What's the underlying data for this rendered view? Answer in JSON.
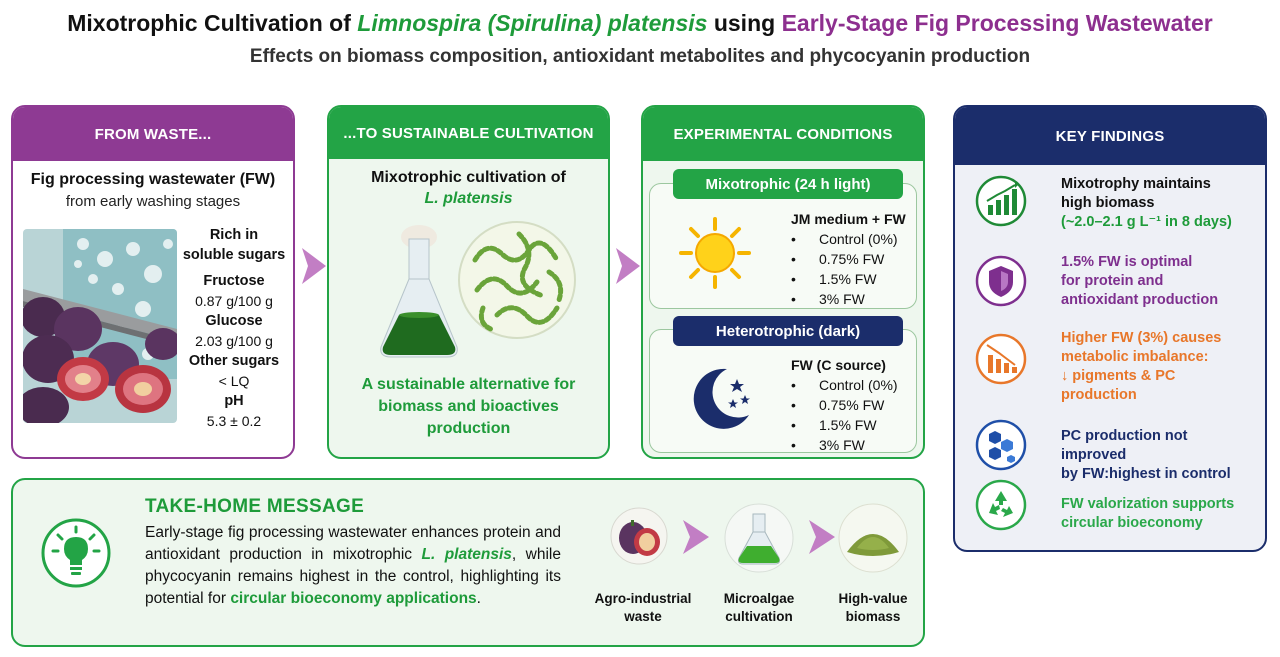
{
  "title": {
    "part1": "Mixotrophic Cultivation of ",
    "part2": "Limnospira (Spirulina) platensis",
    "part3": " using ",
    "part4": "Early-Stage Fig Processing Wastewater"
  },
  "subtitle": "Effects on biomass composition, antioxidant metabolites and phycocyanin production",
  "waste_card": {
    "header": "FROM WASTE...",
    "fw_title": "Fig processing wastewater (FW)",
    "fw_sub": "from early washing stages",
    "rich": "Rich in",
    "rich2": "soluble sugars",
    "fructose_label": "Fructose",
    "fructose_value": "0.87 g/100 g",
    "glucose_label": "Glucose",
    "glucose_value": "2.03 g/100 g",
    "other_label": "Other sugars",
    "other_value": "< LQ",
    "ph_label": "pH",
    "ph_value": "5.3 ± 0.2"
  },
  "cultivation_card": {
    "header": "...TO SUSTAINABLE CULTIVATION",
    "line1": "Mixotrophic cultivation of",
    "line2": "L. platensis",
    "bottom1": "A sustainable alternative for",
    "bottom2": "biomass and bioactives",
    "bottom3": "production"
  },
  "conditions_card": {
    "header": "EXPERIMENTAL CONDITIONS",
    "mixo": {
      "label": "Mixotrophic (24 h light)",
      "heading": "JM medium + FW",
      "items": [
        "Control (0%)",
        "0.75% FW",
        "1.5% FW",
        "3% FW"
      ]
    },
    "hetero": {
      "label": "Heterotrophic (dark)",
      "heading": "FW (C source)",
      "items": [
        "Control (0%)",
        "0.75% FW",
        "1.5% FW",
        "3% FW"
      ]
    }
  },
  "findings_card": {
    "header": "KEY FINDINGS",
    "f1a": "Mixotrophy maintains",
    "f1b": "high biomass",
    "f1c": "(~2.0–2.1 g L⁻¹ in 8 days)",
    "f2a": "1.5% FW is optimal",
    "f2b": "for protein and",
    "f2c": "antioxidant production",
    "f3a": "Higher FW (3%) causes",
    "f3b": "metabolic imbalance:",
    "f3c": "↓ pigments & PC",
    "f3d": "production",
    "f4a": "PC production not",
    "f4b": "improved",
    "f4c": "by FW:highest in control",
    "f5a": "FW valorization supports",
    "f5b": "circular bioeconomy"
  },
  "takehome": {
    "title": "TAKE-HOME MESSAGE",
    "t1": "Early-stage fig processing wastewater enhances protein and antioxidant production in mixotrophic ",
    "t2": "L. platensis",
    "t3": ", while phycocyanin remains highest in the control, highlighting its potential for ",
    "t4": "circular bioeconomy applications",
    "t5": ".",
    "flow1a": "Agro-industrial",
    "flow1b": "waste",
    "flow2a": "Microalgae",
    "flow2b": "cultivation",
    "flow3a": "High-value",
    "flow3b": "biomass"
  },
  "colors": {
    "purple": "#8e3a93",
    "green": "#23a446",
    "navy": "#1b2d6b",
    "orange": "#e8772a",
    "blue": "#1f4fa8"
  },
  "icons": [
    "bar-chart-up-icon",
    "shield-icon",
    "chart-down-icon",
    "molecule-icon",
    "recycle-icon",
    "lightbulb-icon",
    "sun-icon",
    "moon-stars-icon",
    "flask-icon"
  ]
}
